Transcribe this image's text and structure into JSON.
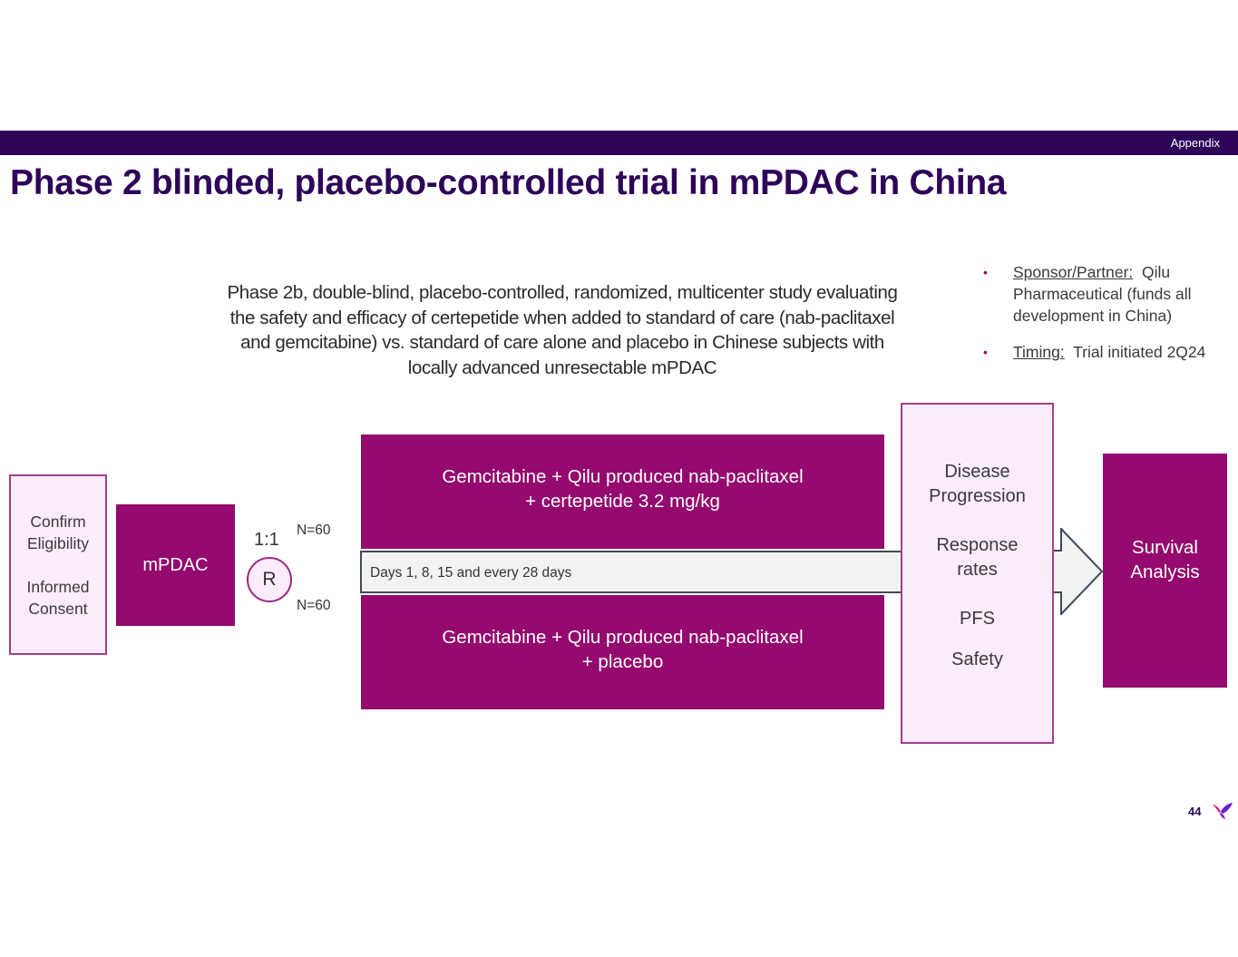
{
  "header": {
    "section_label": "Appendix",
    "title": "Phase 2 blinded, placebo-controlled trial in mPDAC in China"
  },
  "description": "Phase 2b, double-blind, placebo-controlled, randomized, multicenter study evaluating the safety and efficacy of certepetide when added to standard of care (nab-paclitaxel and gemcitabine) vs. standard of care alone and placebo in Chinese subjects with locally advanced unresectable mPDAC",
  "bullets": [
    {
      "key": "Sponsor/Partner:",
      "value": "Qilu Pharmaceutical (funds all development in China)"
    },
    {
      "key": "Timing:",
      "value": "Trial initiated 2Q24"
    }
  ],
  "diagram": {
    "eligibility": {
      "line1": "Confirm",
      "line2": "Eligibility",
      "line3": "Informed",
      "line4": "Consent"
    },
    "population": "mPDAC",
    "randomization": {
      "ratio": "1:1",
      "symbol": "R"
    },
    "arms": [
      {
        "n": "N=60",
        "line1": "Gemcitabine + Qilu produced nab-paclitaxel",
        "line2": "+ certepetide 3.2 mg/kg"
      },
      {
        "n": "N=60",
        "line1": "Gemcitabine + Qilu produced nab-paclitaxel",
        "line2": "+ placebo"
      }
    ],
    "schedule": "Days 1, 8, 15 and every 28 days",
    "endpoints": [
      {
        "line1": "Disease",
        "line2": "Progression"
      },
      {
        "line1": "Response",
        "line2": "rates"
      },
      {
        "line1": "PFS",
        "line2": ""
      },
      {
        "line1": "Safety",
        "line2": ""
      }
    ],
    "final": {
      "line1": "Survival",
      "line2": "Analysis"
    }
  },
  "footer": {
    "page_number": "44",
    "logo_icon": "butterfly-logo-icon"
  },
  "colors": {
    "brand_dark": "#2e0459",
    "arm_fill": "#940a6e",
    "light_fill": "#fcebfb",
    "arrow_fill": "#f2f2f2"
  }
}
